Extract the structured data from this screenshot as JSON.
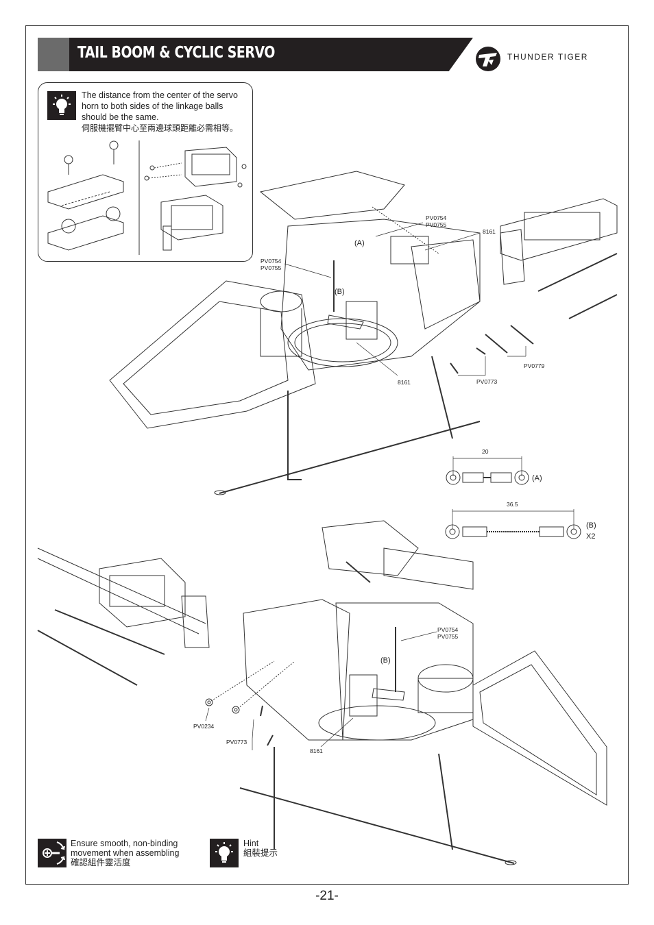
{
  "header": {
    "title": "TAIL BOOM & CYCLIC SERVO",
    "brand": "THUNDER TIGER"
  },
  "hint_box": {
    "text_en": "The distance from the center of the servo horn to both sides of the linkage balls should be the same.",
    "text_zh": "伺服機擺臂中心至兩邊球頭距離必需相等。",
    "icon": "lightbulb-icon"
  },
  "upper_diagram": {
    "callouts": [
      {
        "id": "pv0754_top",
        "lines": [
          "PV0754",
          "PV0755"
        ]
      },
      {
        "id": "pv0754_left",
        "lines": [
          "PV0754",
          "PV0755"
        ]
      },
      {
        "id": "servo_right",
        "lines": [
          "8161"
        ]
      },
      {
        "id": "servo_center",
        "lines": [
          "8161"
        ]
      },
      {
        "id": "screw_long",
        "lines": [
          "PV0779"
        ]
      },
      {
        "id": "screw_short",
        "lines": [
          "PV0773"
        ]
      },
      {
        "id": "label_a",
        "lines": [
          "(A)"
        ]
      },
      {
        "id": "label_b",
        "lines": [
          "(B)"
        ]
      }
    ]
  },
  "rods": {
    "rod_a": {
      "length": "20",
      "label": "(A)"
    },
    "rod_b": {
      "length": "36.5",
      "label": "(B)",
      "qty": "X2"
    }
  },
  "lower_diagram": {
    "callouts": [
      {
        "id": "pv0754_lower",
        "lines": [
          "PV0754",
          "PV0755"
        ]
      },
      {
        "id": "label_b_lower",
        "lines": [
          "(B)"
        ]
      },
      {
        "id": "nut",
        "lines": [
          "PV0234"
        ]
      },
      {
        "id": "screw",
        "lines": [
          "PV0773"
        ]
      },
      {
        "id": "servo_lower",
        "lines": [
          "8161"
        ]
      }
    ]
  },
  "legend": {
    "smooth": {
      "en": "Ensure smooth, non-binding movement when assembling",
      "zh": "確認組件靈活度",
      "icon": "rotate-arrows-icon"
    },
    "hint": {
      "en": "Hint",
      "zh": "組裝提示",
      "icon": "lightbulb-icon"
    }
  },
  "footer": {
    "page_number": "-21-"
  }
}
